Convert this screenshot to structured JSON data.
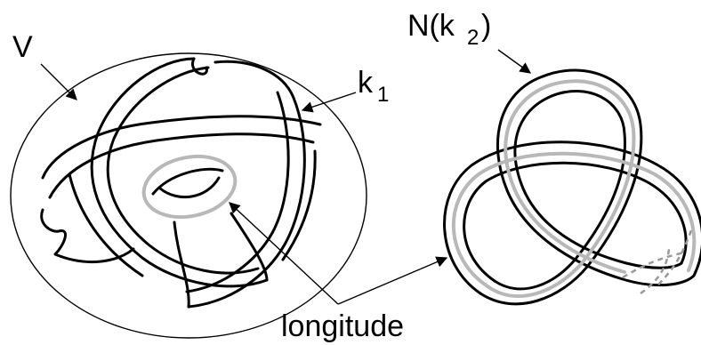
{
  "labels": {
    "solid_torus": "V",
    "knot_k1": "k",
    "knot_k1_sub": "1",
    "neighborhood_prefix": "N(k",
    "neighborhood_sub": "2",
    "neighborhood_suffix": ")",
    "longitude": "longitude"
  },
  "colors": {
    "line": "#000000",
    "longitude_curve": "#b8b8b8",
    "dashed": "#999999",
    "background": "#ffffff"
  }
}
